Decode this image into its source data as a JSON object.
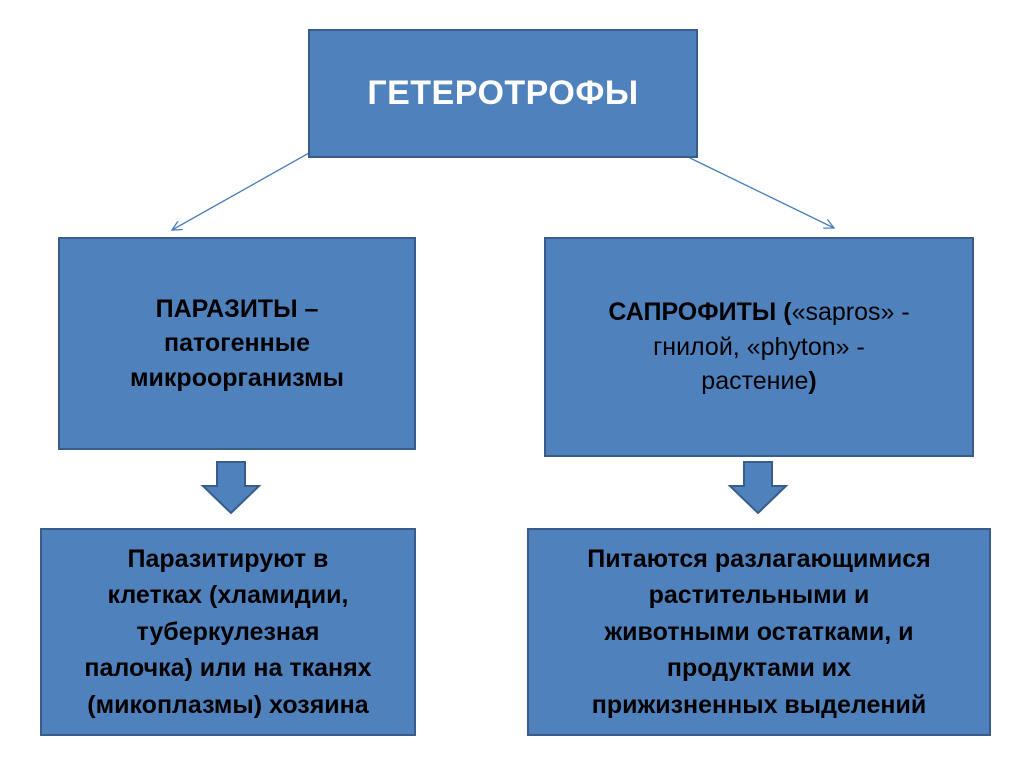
{
  "diagram": {
    "top": {
      "title": "ГЕТЕРОТРОФЫ"
    },
    "left": {
      "line1": "ПАРАЗИТЫ –",
      "line2": "патогенные",
      "line3": "микроорганизмы"
    },
    "right": {
      "line1_bold": "САПРОФИТЫ (",
      "line1_rest": "«sapros» -",
      "line2": "гнилой,  «phyton» -",
      "line3_rest": "растение",
      "line3_bold": ")"
    },
    "bottom_left": {
      "line1": "Паразитируют в",
      "line2": "клетках (хламидии,",
      "line3": "туберкулезная",
      "line4": "палочка) или на тканях",
      "line5": "(микоплазмы) хозяина"
    },
    "bottom_right": {
      "line1": "Питаются разлагающимися",
      "line2": "растительными и",
      "line3": "животными остатками,  и",
      "line4": "продуктами их",
      "line5": "прижизненных выделений"
    }
  },
  "colors": {
    "box_fill": "#4f81bd",
    "box_border": "#385d8a",
    "connector": "#4a7ebb"
  }
}
